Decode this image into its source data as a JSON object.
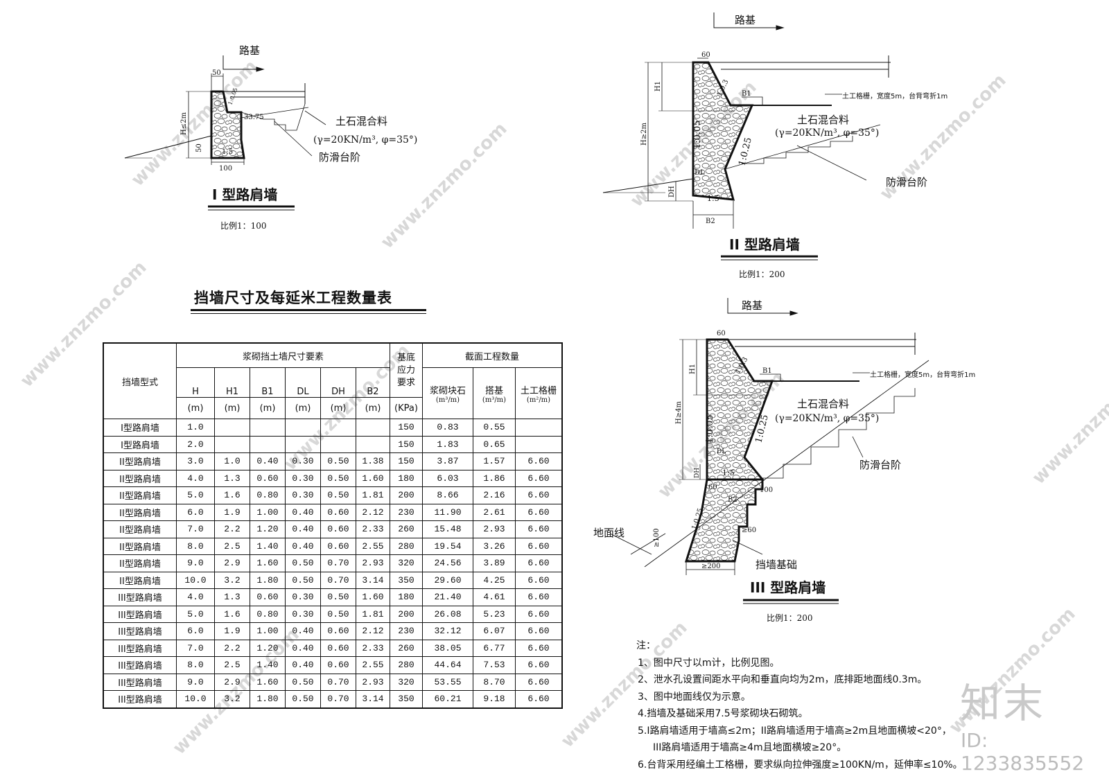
{
  "type1": {
    "title": "I 型路肩墙",
    "scale": "比例1：100",
    "roadbed": "路基",
    "dim_top": "50",
    "dim_bottom": "100",
    "dim_h": "H≤2m",
    "dim_side": "50",
    "slope_top": "1:0.05",
    "slope_bottom": "1:5",
    "angle": "33.75",
    "fill_label": "土石混合料",
    "fill_params": "(γ=20KN/m³, φ=35°)",
    "steps_label": "防滑台阶"
  },
  "type2": {
    "title": "II 型路肩墙",
    "scale": "比例1：200",
    "roadbed": "路基",
    "dim_top": "60",
    "dim_h": "H≥2m",
    "dim_h1": "H1",
    "dim_dh": "DH",
    "dim_dl": "DL",
    "dim_b1": "B1",
    "dim_b2": "B2",
    "slope_a": "1:0.05",
    "slope_b": "1:0.25",
    "slope_c": "1:0.3",
    "slope_d": "1:5",
    "grid_label": "土工格栅，宽度5m，台背弯折1m",
    "fill_label": "土石混合料",
    "fill_params": "(γ=20KN/m³, φ=35°)",
    "steps_label": "防滑台阶"
  },
  "type3": {
    "title": "III 型路肩墙",
    "scale": "比例1：200",
    "roadbed": "路基",
    "dim_top": "60",
    "dim_h": "H≥4m",
    "dim_h1": "H1",
    "dim_dh": "DH",
    "dim_dl": "DL",
    "dim_b1": "B1",
    "dim_b2": "B2",
    "slope_a": "1:0.05",
    "slope_b": "1:0.25",
    "slope_c": "1:0.3",
    "slope_d": "1:5",
    "slope_e": "1:0.25",
    "dim_60a": "60",
    "dim_100a": "100",
    "dim_60b": "≥60",
    "dim_100b": "≥100",
    "dim_200": "≥200",
    "ground_label": "地面线",
    "foundation_label": "挡墙基础",
    "grid_label": "土工格栅，宽度5m，台背弯折1m",
    "fill_label": "土石混合料",
    "fill_params": "(γ=20KN/m³, φ=35°)",
    "steps_label": "防滑台阶"
  },
  "table": {
    "title": "挡墙尺寸及每延米工程数量表",
    "col_type": "挡墙型式",
    "group_dims": "浆砌挡土墙尺寸要素",
    "col_base": "基底应力要求",
    "col_base_unit": "(KPa)",
    "group_qty": "截面工程数量",
    "dim_cols": [
      "H",
      "H1",
      "B1",
      "DL",
      "DH",
      "B2"
    ],
    "dim_unit": "(m)",
    "qty_cols": [
      "浆砌块石",
      "搭基",
      "土工格栅"
    ],
    "qty_units": [
      "(m³/m)",
      "(m³/m)",
      "(m²/m)"
    ],
    "rows": [
      [
        "I型路肩墙",
        "1.0",
        "",
        "",
        "",
        "",
        "",
        "150",
        "0.83",
        "0.55",
        ""
      ],
      [
        "I型路肩墙",
        "2.0",
        "",
        "",
        "",
        "",
        "",
        "150",
        "1.83",
        "0.65",
        ""
      ],
      [
        "II型路肩墙",
        "3.0",
        "1.0",
        "0.40",
        "0.30",
        "0.50",
        "1.38",
        "150",
        "3.87",
        "1.57",
        "6.60"
      ],
      [
        "II型路肩墙",
        "4.0",
        "1.3",
        "0.60",
        "0.30",
        "0.50",
        "1.60",
        "180",
        "6.03",
        "1.86",
        "6.60"
      ],
      [
        "II型路肩墙",
        "5.0",
        "1.6",
        "0.80",
        "0.30",
        "0.50",
        "1.81",
        "200",
        "8.66",
        "2.16",
        "6.60"
      ],
      [
        "II型路肩墙",
        "6.0",
        "1.9",
        "1.00",
        "0.40",
        "0.60",
        "2.12",
        "230",
        "11.90",
        "2.61",
        "6.60"
      ],
      [
        "II型路肩墙",
        "7.0",
        "2.2",
        "1.20",
        "0.40",
        "0.60",
        "2.33",
        "260",
        "15.48",
        "2.93",
        "6.60"
      ],
      [
        "II型路肩墙",
        "8.0",
        "2.5",
        "1.40",
        "0.40",
        "0.60",
        "2.55",
        "280",
        "19.54",
        "3.26",
        "6.60"
      ],
      [
        "II型路肩墙",
        "9.0",
        "2.9",
        "1.60",
        "0.50",
        "0.70",
        "2.93",
        "320",
        "24.56",
        "3.89",
        "6.60"
      ],
      [
        "II型路肩墙",
        "10.0",
        "3.2",
        "1.80",
        "0.50",
        "0.70",
        "3.14",
        "350",
        "29.60",
        "4.25",
        "6.60"
      ],
      [
        "III型路肩墙",
        "4.0",
        "1.3",
        "0.60",
        "0.30",
        "0.50",
        "1.60",
        "180",
        "21.40",
        "4.61",
        "6.60"
      ],
      [
        "III型路肩墙",
        "5.0",
        "1.6",
        "0.80",
        "0.30",
        "0.50",
        "1.81",
        "200",
        "26.08",
        "5.23",
        "6.60"
      ],
      [
        "III型路肩墙",
        "6.0",
        "1.9",
        "1.00",
        "0.40",
        "0.60",
        "2.12",
        "230",
        "32.12",
        "6.07",
        "6.60"
      ],
      [
        "III型路肩墙",
        "7.0",
        "2.2",
        "1.20",
        "0.40",
        "0.60",
        "2.33",
        "260",
        "38.05",
        "6.77",
        "6.60"
      ],
      [
        "III型路肩墙",
        "8.0",
        "2.5",
        "1.40",
        "0.40",
        "0.60",
        "2.55",
        "280",
        "44.64",
        "7.53",
        "6.60"
      ],
      [
        "III型路肩墙",
        "9.0",
        "2.9",
        "1.60",
        "0.50",
        "0.70",
        "2.93",
        "320",
        "53.55",
        "8.70",
        "6.60"
      ],
      [
        "III型路肩墙",
        "10.0",
        "3.2",
        "1.80",
        "0.50",
        "0.70",
        "3.14",
        "350",
        "60.21",
        "9.18",
        "6.60"
      ]
    ]
  },
  "notes": {
    "header": "注：",
    "items": [
      "1、图中尺寸以m计，比例见图。",
      "2、泄水孔设置间距水平向和垂直向均为2m，底排距地面线0.3m。",
      "3、图中地面线仅为示意。",
      "4.挡墙及基础采用7.5号浆砌块石砌筑。",
      "5.I路肩墙适用于墙高≤2m；II路肩墙适用于墙高≥2m且地面横坡<20°，",
      "III路肩墙适用于墙高≥4m且地面横坡≥20°。",
      "6.台背采用经编土工格栅，要求纵向拉伸强度≥100KN/m，延伸率≤10%。"
    ]
  },
  "watermark": {
    "logo": "知末",
    "id": "ID: 1233835552",
    "site": "www.znzmo.com"
  }
}
